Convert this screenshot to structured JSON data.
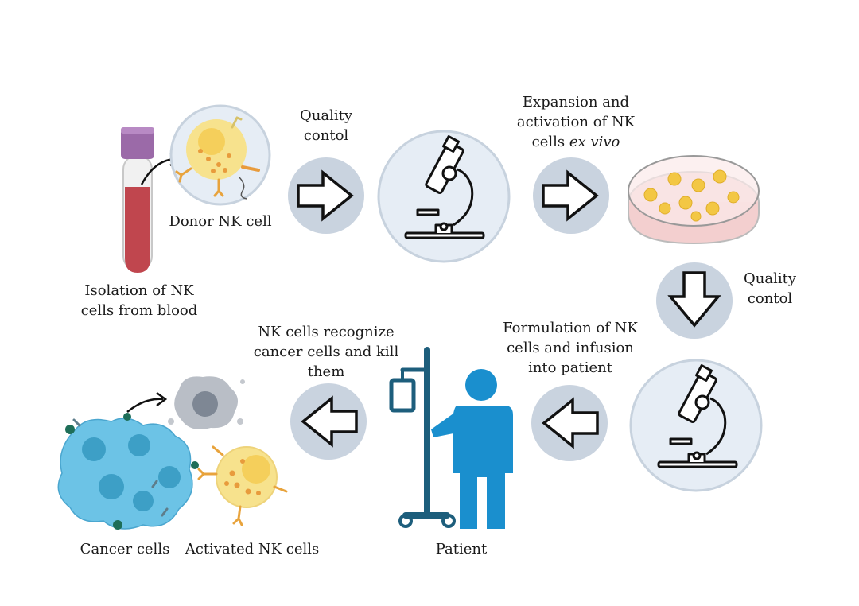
{
  "labels": {
    "isolation": [
      "Isolation of NK",
      "cells from blood"
    ],
    "donor": "Donor NK cell",
    "qc1": [
      "Quality",
      "contol"
    ],
    "expansion": [
      "Expansion and",
      "activation of NK",
      "cells ",
      "ex vivo"
    ],
    "qc2": [
      "Quality",
      "contol"
    ],
    "formulation": [
      "Formulation of NK",
      "cells and infusion",
      "into patient"
    ],
    "recognize": [
      "NK cells recognize",
      "cancer cells and kill",
      "them"
    ],
    "cancer": "Cancer cells",
    "activated": "Activated NK cells",
    "patient": "Patient"
  },
  "colors": {
    "circle_fill": "#c9d3df",
    "arrow_stroke": "#111111",
    "blood": "#c0464e",
    "tube_cap": "#9b6aa8",
    "nk_cell": "#f7e28d",
    "patient": "#1a8fce",
    "iv_stand": "#1d5e7c",
    "cancer_cell": "#6cc3e6",
    "dish": "#f6d8d8"
  },
  "icons": [
    "blood-tube-icon",
    "arrow-right-icon",
    "microscope-icon",
    "petri-dish-icon",
    "arrow-down-icon",
    "arrow-left-icon",
    "patient-icon",
    "iv-stand-icon",
    "cancer-cells-icon",
    "nk-cell-icon"
  ]
}
